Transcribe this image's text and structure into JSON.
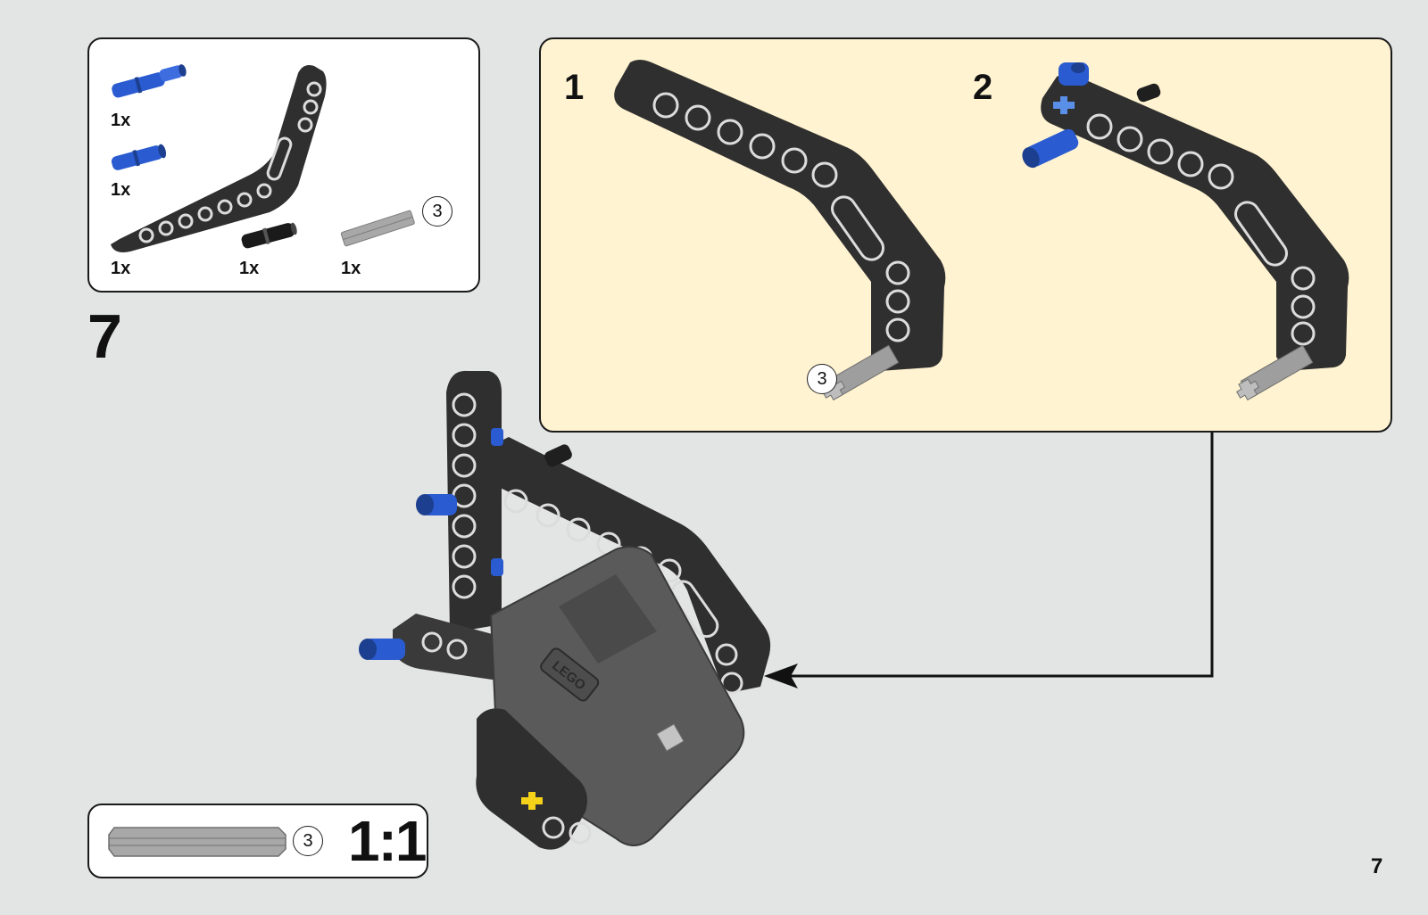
{
  "parts_list": {
    "items": [
      {
        "name": "blue-long-pin",
        "qty": "1x",
        "color": "#2a5bd0"
      },
      {
        "name": "blue-short-pin",
        "qty": "1x",
        "color": "#2a5bd0"
      },
      {
        "name": "black-bent-liftarm",
        "qty": "1x",
        "color": "#2f2f2f"
      },
      {
        "name": "black-friction-pin",
        "qty": "1x",
        "color": "#1a1a1a"
      },
      {
        "name": "grey-axle-3",
        "qty": "1x",
        "color": "#a8a8a8",
        "length_label": "3"
      }
    ]
  },
  "step": {
    "number": "7"
  },
  "substeps": [
    {
      "number": "1",
      "axle_length_label": "3"
    },
    {
      "number": "2"
    }
  ],
  "scale_box": {
    "axle_length_label": "3",
    "ratio": "1:1"
  },
  "page": {
    "number": "7"
  },
  "colors": {
    "background": "#e3e4e4",
    "subassembly_bg": "#fff3d1",
    "blue_part": "#2a5bd0",
    "black_part": "#2f2f2f",
    "grey_part": "#a8a8a8",
    "yellow_axle_hole": "#f5d21a"
  }
}
